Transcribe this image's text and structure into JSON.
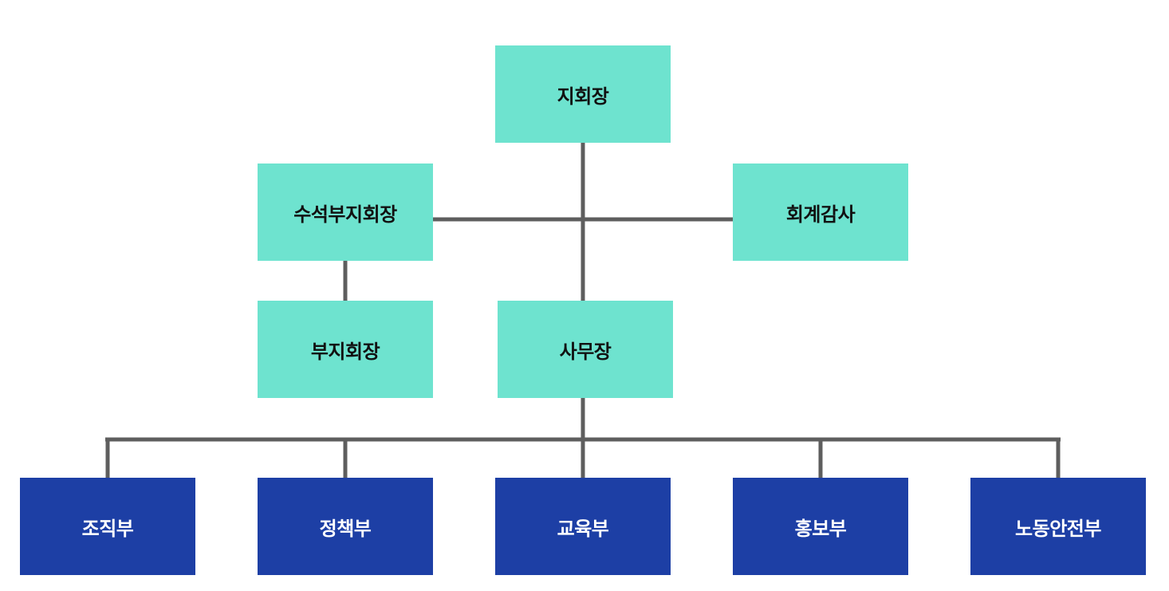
{
  "chart": {
    "top": {
      "label": "지회장"
    },
    "senior_vice": {
      "label": "수석부지회장"
    },
    "audit": {
      "label": "회계감사"
    },
    "vice": {
      "label": "부지회장"
    },
    "secretary_general": {
      "label": "사무장"
    },
    "departments": [
      {
        "label": "조직부"
      },
      {
        "label": "정책부"
      },
      {
        "label": "교육부"
      },
      {
        "label": "홍보부"
      },
      {
        "label": "노동안전부"
      }
    ]
  },
  "colors": {
    "upper_box": "#6ee3cf",
    "department_box": "#1d3fa5",
    "connector": "#5e5e5e",
    "upper_text": "#111111",
    "department_text": "#ffffff"
  }
}
